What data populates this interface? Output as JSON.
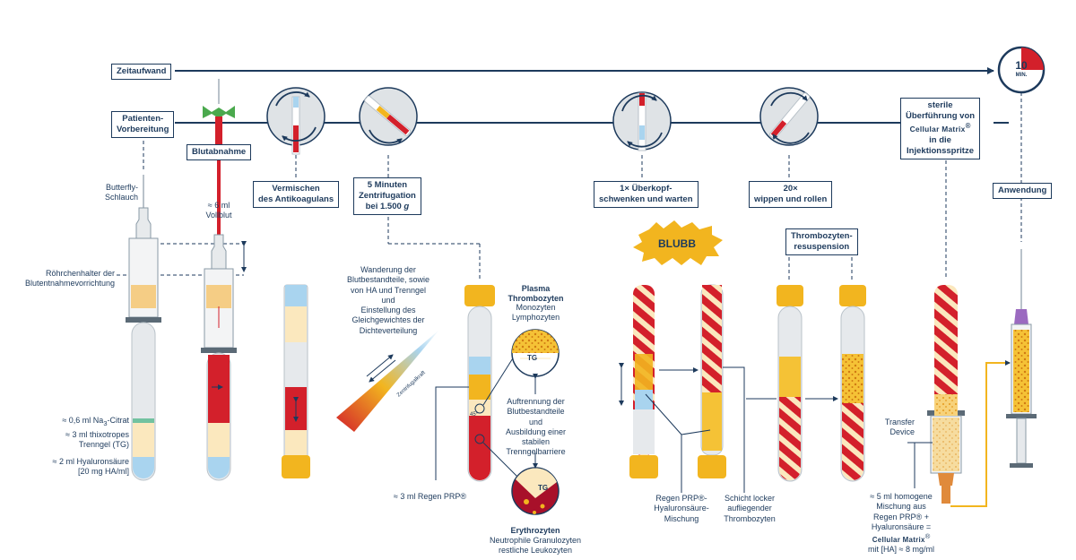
{
  "timeline": {
    "zeitaufwand": "Zeitaufwand",
    "timer_value": "10",
    "timer_unit": "MIN."
  },
  "steps": {
    "patient_prep": "Patienten-\nVorbereitung",
    "blood_draw": "Blutabnahme",
    "mix": "Vermischen\ndes Antikoagulans",
    "centrifuge_line1": "5 Minuten",
    "centrifuge_line2": "Zentrifugation",
    "centrifuge_line3": "bei 1.500",
    "centrifuge_g": "g",
    "overhead": "1× Überkopf-\nschwenken und warten",
    "rock": "20×\nwippen und rollen",
    "resuspension": "Thrombozyten-\nresuspension",
    "transfer_1": "sterile\nÜberführung von",
    "transfer_brand": "Cellular Matrix",
    "transfer_reg": "®",
    "transfer_2": "in die\nInjektionsspritze",
    "application": "Anwendung"
  },
  "labels": {
    "butterfly": "Butterfly-\nSchlauch",
    "holder": "Röhrchenhalter der\nBlutentnahmevorrichtung",
    "citrate_a": "≈ 0,6 ml Na",
    "citrate_sub": "3",
    "citrate_b": "-Citrat",
    "gel": "≈ 3 ml thixotropes\nTrenngel (TG)",
    "ha": "≈ 2 ml Hyaluronsäure\n[20 mg HA/ml]",
    "blood_volume": "≈ 6 ml\nVollblut",
    "migration": "Wanderung der\nBlutbestandteile, sowie\nvon HA und Trenngel\nund\nEinstellung des\nGleichgewichtes der\nDichteverteilung",
    "force": "Zentrifugalkraft",
    "angle": "45°",
    "prp_3ml": "≈ 3 ml Regen PRP®",
    "plasma_title": "Plasma\nThrombozyten",
    "plasma_sub": "Monozyten\nLymphozyten",
    "tg": "TG",
    "separation": "Auftrennung der\nBlutbestandteile\nund\nAusbildung einer\nstabilen\nTrenngelbarriere",
    "ery_title": "Erythrozyten",
    "ery_sub": "Neutrophile Granulozyten\nrestliche Leukozyten",
    "blubb": "BLUBB",
    "prp_mix": "Regen PRP®-\nHyaluronsäure-\nMischung",
    "platelet_layer": "Schicht locker\naufliegender\nThrombozyten",
    "transfer_device": "Transfer\nDevice",
    "homogen_1": "≈ 5 ml homogene\nMischung aus\nRegen PRP® +\nHyaluronsäure =",
    "homogen_brand": "Cellular Matrix",
    "homogen_reg": "®",
    "homogen_2": "mit [HA] ≈ 8 mg/ml"
  },
  "colors": {
    "navy": "#1d3a5c",
    "red": "#d3202b",
    "darkred": "#a8102a",
    "yellow": "#f2b51f",
    "gold": "#f5c236",
    "cream": "#fbe8be",
    "lightblue": "#a9d4ef",
    "grey": "#dfe3e6",
    "green": "#4aa94d"
  },
  "icons": [
    "stopwatch-icon",
    "butterfly-needle-icon",
    "mix-rotation-icon",
    "centrifuge-icon",
    "overhead-rotation-icon",
    "rock-roll-icon",
    "syringe-icon"
  ]
}
